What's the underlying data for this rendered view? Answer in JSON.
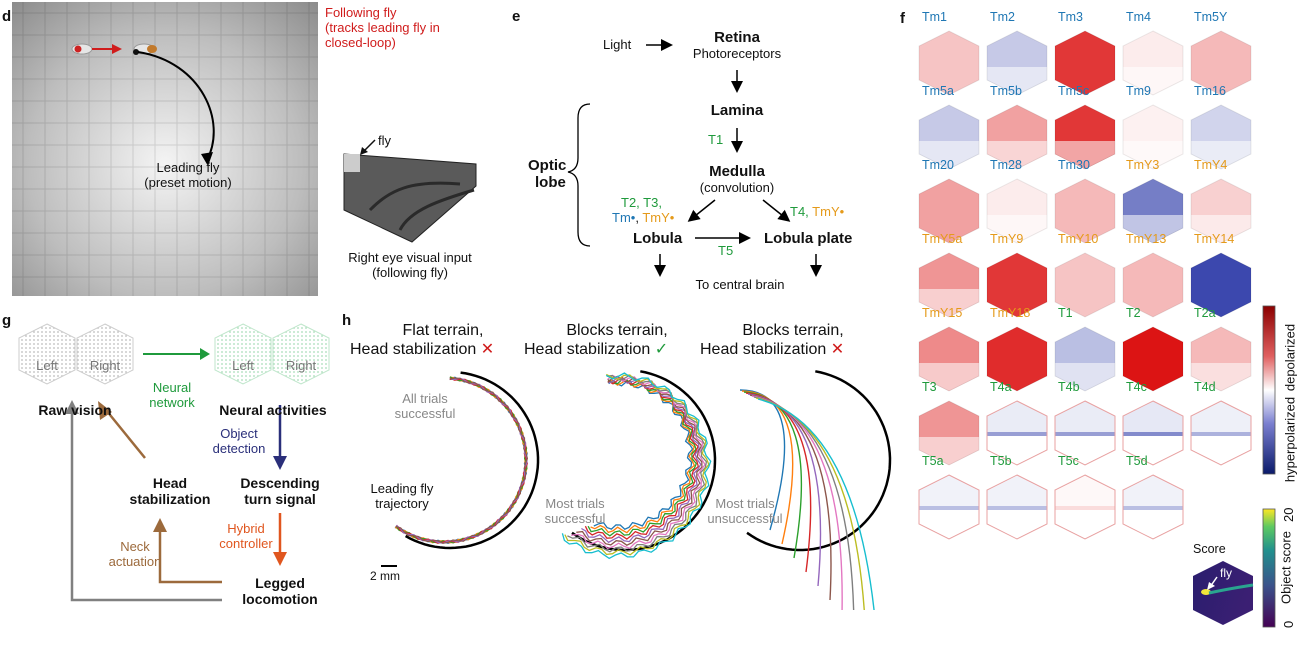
{
  "panel_d": {
    "label": "d",
    "following_fly": [
      "Following fly",
      "(tracks leading fly in",
      "closed-loop)"
    ],
    "leading_fly": [
      "Leading fly",
      "(preset motion)"
    ],
    "fly_pointer": "fly",
    "eye_caption": [
      "Right eye visual input",
      "(following fly)"
    ]
  },
  "panel_e": {
    "label": "e",
    "light": "Light",
    "retina": "Retina",
    "photoreceptors": "Photoreceptors",
    "lamina": "Lamina",
    "t1": "T1",
    "medulla": "Medulla",
    "convolution": "(convolution)",
    "optic_lobe": [
      "Optic",
      "lobe"
    ],
    "left_types_line1": "T2, T3,",
    "left_types_tm": "Tm",
    "left_types_dot": "•",
    "left_types_comma": ", ",
    "left_types_tmy": "TmY",
    "left_types_dot2": "•",
    "right_types_t4": "T4, ",
    "right_types_tmy": "TmY",
    "right_types_dot": "•",
    "lobula": "Lobula",
    "t5": "T5",
    "lobula_plate": "Lobula plate",
    "central_brain": "To central brain"
  },
  "panel_f": {
    "label": "f",
    "cells": [
      {
        "name": "Tm1",
        "group": "tm",
        "intensity": 0.25,
        "pattern": "uniform"
      },
      {
        "name": "Tm2",
        "group": "tm",
        "intensity": -0.25,
        "pattern": "split"
      },
      {
        "name": "Tm3",
        "group": "tm",
        "intensity": 0.85,
        "pattern": "uniform"
      },
      {
        "name": "Tm4",
        "group": "tm",
        "intensity": 0.08,
        "pattern": "split"
      },
      {
        "name": "Tm5Y",
        "group": "tm",
        "intensity": 0.3,
        "pattern": "uniform"
      },
      {
        "name": "Tm5a",
        "group": "tm",
        "intensity": -0.25,
        "pattern": "split"
      },
      {
        "name": "Tm5b",
        "group": "tm",
        "intensity": 0.4,
        "pattern": "split"
      },
      {
        "name": "Tm5c",
        "group": "tm",
        "intensity": 0.85,
        "pattern": "split"
      },
      {
        "name": "Tm9",
        "group": "tm",
        "intensity": 0.06,
        "pattern": "split"
      },
      {
        "name": "Tm16",
        "group": "tm",
        "intensity": -0.2,
        "pattern": "split"
      },
      {
        "name": "Tm20",
        "group": "tm",
        "intensity": 0.4,
        "pattern": "uniform"
      },
      {
        "name": "Tm28",
        "group": "tm",
        "intensity": 0.08,
        "pattern": "split"
      },
      {
        "name": "Tm30",
        "group": "tm",
        "intensity": 0.3,
        "pattern": "uniform"
      },
      {
        "name": "TmY3",
        "group": "tmy",
        "intensity": -0.6,
        "pattern": "split"
      },
      {
        "name": "TmY4",
        "group": "tmy",
        "intensity": 0.2,
        "pattern": "split"
      },
      {
        "name": "TmY5a",
        "group": "tmy",
        "intensity": 0.45,
        "pattern": "split"
      },
      {
        "name": "TmY9",
        "group": "tmy",
        "intensity": 0.85,
        "pattern": "uniform"
      },
      {
        "name": "TmY10",
        "group": "tmy",
        "intensity": 0.25,
        "pattern": "uniform"
      },
      {
        "name": "TmY13",
        "group": "tmy",
        "intensity": 0.3,
        "pattern": "uniform"
      },
      {
        "name": "TmY14",
        "group": "tmy",
        "intensity": -0.85,
        "pattern": "uniform"
      },
      {
        "name": "TmY15",
        "group": "tmy",
        "intensity": 0.5,
        "pattern": "split"
      },
      {
        "name": "TmY18",
        "group": "tmy",
        "intensity": 0.9,
        "pattern": "uniform"
      },
      {
        "name": "T1",
        "group": "t",
        "intensity": -0.3,
        "pattern": "split"
      },
      {
        "name": "T2",
        "group": "t",
        "intensity": 1.0,
        "pattern": "uniform"
      },
      {
        "name": "T2a",
        "group": "t",
        "intensity": 0.3,
        "pattern": "split"
      },
      {
        "name": "T3",
        "group": "t",
        "intensity": 0.45,
        "pattern": "split"
      },
      {
        "name": "T4a",
        "group": "t",
        "intensity": -0.15,
        "pattern": "band"
      },
      {
        "name": "T4b",
        "group": "t",
        "intensity": -0.15,
        "pattern": "band"
      },
      {
        "name": "T4c",
        "group": "t",
        "intensity": -0.18,
        "pattern": "band"
      },
      {
        "name": "T4d",
        "group": "t",
        "intensity": -0.12,
        "pattern": "band"
      },
      {
        "name": "T5a",
        "group": "t",
        "intensity": -0.1,
        "pattern": "band"
      },
      {
        "name": "T5b",
        "group": "t",
        "intensity": -0.1,
        "pattern": "band"
      },
      {
        "name": "T5c",
        "group": "t",
        "intensity": 0.05,
        "pattern": "band"
      },
      {
        "name": "T5d",
        "group": "t",
        "intensity": -0.1,
        "pattern": "band"
      }
    ],
    "score_label": "Score",
    "score_fly": "fly",
    "colorbar_top": "depolarized",
    "colorbar_bottom": "hyperpolarized",
    "score_bar_label": "Object score",
    "score_min": "0",
    "score_max": "20"
  },
  "panel_g": {
    "label": "g",
    "left": "Left",
    "right": "Right",
    "raw_vision": "Raw vision",
    "neural_network": [
      "Neural",
      "network"
    ],
    "neural_activities": "Neural activities",
    "object_detection": [
      "Object",
      "detection"
    ],
    "descending": [
      "Descending",
      "turn signal"
    ],
    "head_stab": [
      "Head",
      "stabilization"
    ],
    "hybrid": [
      "Hybrid",
      "controller"
    ],
    "neck": [
      "Neck",
      "actuation"
    ],
    "legged": [
      "Legged",
      "locomotion"
    ]
  },
  "panel_h": {
    "label": "h",
    "titles": [
      {
        "line1": "Flat terrain,",
        "line2": "Head stabilization",
        "mark": "✕"
      },
      {
        "line1": "Blocks terrain,",
        "line2": "Head stabilization",
        "mark": "✓"
      },
      {
        "line1": "Blocks terrain,",
        "line2": "Head stabilization",
        "mark": "✕"
      }
    ],
    "all_trials": [
      "All trials",
      "successful"
    ],
    "leading_traj": [
      "Leading fly",
      "trajectory"
    ],
    "most_success": [
      "Most trials",
      "successful"
    ],
    "most_unsuccess": [
      "Most trials",
      "unsuccessful"
    ],
    "scale": "2 mm"
  },
  "colors": {
    "tm": "#1f77b4",
    "tmy": "#e59a1a",
    "t": "#1f9a3c",
    "red": "#d01c1c",
    "green_arrow": "#1f9a3c",
    "navy_arrow": "#2a2f7a",
    "orange_arrow": "#e0561f",
    "brown_arrow": "#9c6a3c",
    "gray_arrow": "#808080"
  }
}
